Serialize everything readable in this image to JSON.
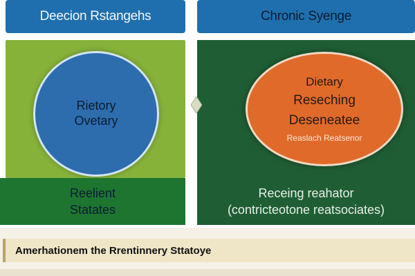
{
  "header": {
    "left_title": "Deecion Rstangehs",
    "right_title": "Chronic Syenge"
  },
  "left": {
    "circle_line1": "Rietory",
    "circle_line2": "Ovetary",
    "bottom_line1": "Reelient",
    "bottom_line2": "Statates"
  },
  "right": {
    "circle_line1": "Dietary",
    "circle_line2": "Reseching",
    "circle_line3": "Deseneatee",
    "circle_line4": "Reaslach Reatsenor",
    "bottom_line1": "Receing reahator",
    "bottom_line2": "(contricteotone reatsociates)"
  },
  "footer": {
    "text": "Amerhationem the Rrentinnery Sttatoye"
  },
  "colors": {
    "title_blue": "#1f6fae",
    "left_green": "#86b23a",
    "circle_blue": "#2d6cad",
    "dark_green": "#1f5e34",
    "orange": "#e06a2a",
    "footer_beige": "#efe6c8"
  }
}
